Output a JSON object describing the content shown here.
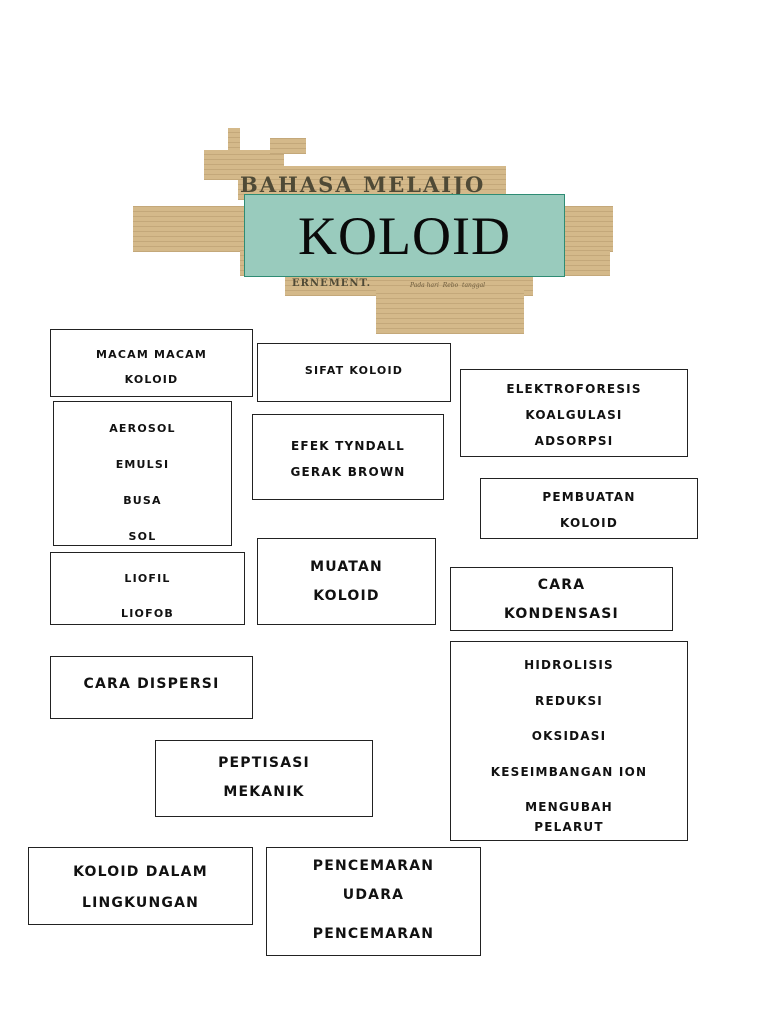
{
  "header": {
    "title": "KOLOID",
    "title_box_color": "#99cbbd",
    "title_border_color": "#2e8c74",
    "background_clipping": {
      "headline": "BAHASA MELAIJO",
      "subheadline": "ERNEMENT.",
      "italic_caption": "Pada hari  Rebo  tanggal"
    }
  },
  "cards": {
    "macam_macam": {
      "lines": [
        "MACAM MACAM",
        "KOLOID"
      ]
    },
    "sifat": {
      "lines": [
        "SIFAT KOLOID"
      ]
    },
    "jenis": {
      "lines": [
        "AEROSOL",
        "EMULSI",
        "BUSA",
        "SOL"
      ]
    },
    "efek": {
      "lines": [
        "EFEK TYNDALL",
        "GERAK BROWN"
      ]
    },
    "elektro": {
      "lines": [
        "ELEKTROFORESIS",
        "KOALGULASI",
        "ADSORPSI"
      ]
    },
    "pembuatan": {
      "lines": [
        "PEMBUATAN",
        "KOLOID"
      ]
    },
    "lio": {
      "lines": [
        "LIOFIL",
        "LIOFOB"
      ]
    },
    "muatan": {
      "lines": [
        "MUATAN",
        "KOLOID"
      ]
    },
    "kondensasi": {
      "lines": [
        "CARA",
        "KONDENSASI"
      ]
    },
    "dispersi": {
      "lines": [
        "CARA DISPERSI"
      ]
    },
    "kondensasi_methods": {
      "lines": [
        "HIDROLISIS",
        "REDUKSI",
        "OKSIDASI",
        "KESEIMBANGAN ION",
        "MENGUBAH",
        "PELARUT"
      ]
    },
    "peptisasi": {
      "lines": [
        "PEPTISASI",
        "MEKANIK"
      ]
    },
    "lingkungan": {
      "lines": [
        "KOLOID DALAM",
        "LINGKUNGAN"
      ]
    },
    "pencemaran": {
      "lines": [
        "PENCEMARAN",
        "UDARA",
        "PENCEMARAN"
      ]
    }
  }
}
